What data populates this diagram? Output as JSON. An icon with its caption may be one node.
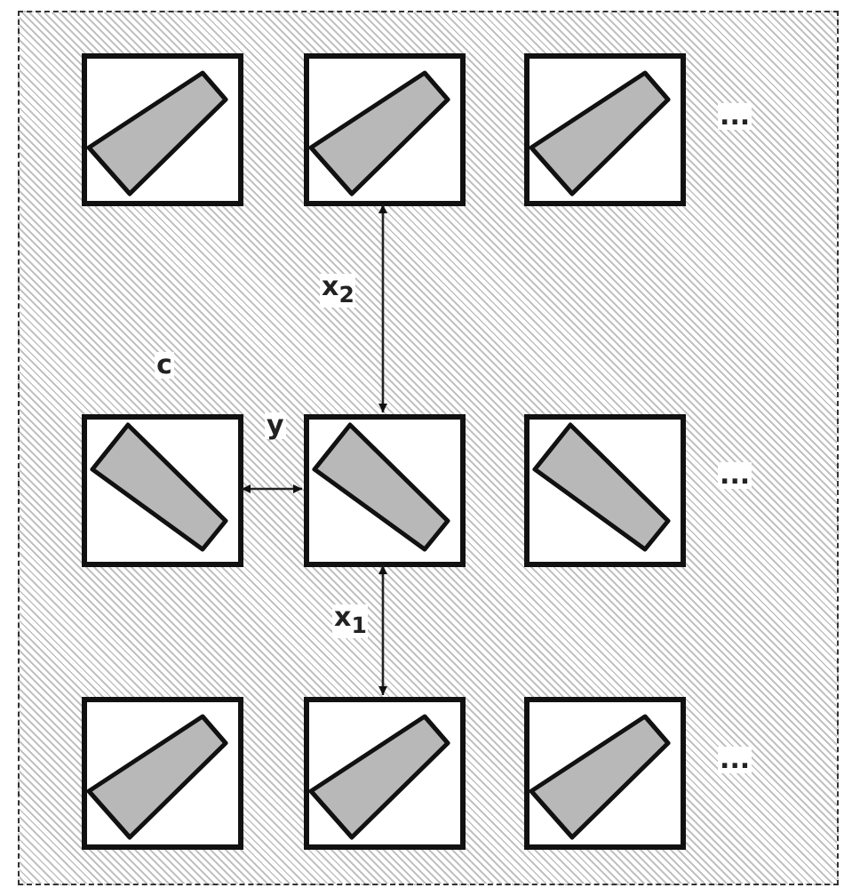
{
  "diagram": {
    "nodes": [
      {
        "text": [],
        "shape": "box"
      },
      {
        "text": [],
        "shape": "box",
        "in": 0
      },
      {
        "text": [],
        "shape": "box",
        "in": 0
      },
      {
        "text": [],
        "shape": "box",
        "in": 0
      },
      {
        "text": [],
        "shape": "box",
        "in": 0
      },
      {
        "text": [],
        "shape": "box",
        "in": 0
      },
      {
        "text": [],
        "shape": "box",
        "in": 0
      },
      {
        "text": [],
        "shape": "box",
        "in": 0
      },
      {
        "text": [],
        "shape": "box",
        "in": 0
      },
      {
        "text": [],
        "shape": "box",
        "in": 0
      }
    ],
    "edges": [
      {
        "from": 2,
        "to": 5,
        "arrow": "both",
        "label": "x$_{2}$"
      },
      {
        "from": 4,
        "to": 5,
        "arrow": "both",
        "label": "y"
      },
      {
        "from": 5,
        "to": 8,
        "arrow": "both",
        "label": "x$_{1}$"
      }
    ],
    "labels": [
      "...",
      "c",
      "...",
      "..."
    ]
  }
}
